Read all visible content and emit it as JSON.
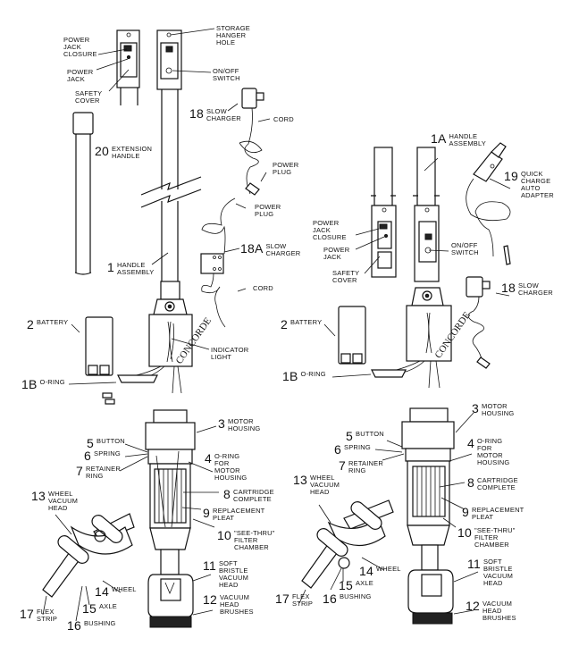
{
  "diagram": {
    "title": "",
    "left_assembly": {
      "labels": {
        "power_jack_closure": {
          "num": "",
          "text": "POWER\nJACK\nCLOSURE"
        },
        "power_jack": {
          "num": "",
          "text": "POWER\nJACK"
        },
        "safety_cover": {
          "num": "",
          "text": "SAFETY\nCOVER"
        },
        "storage_hanger_hole": {
          "num": "",
          "text": "STORAGE\nHANGER\nHOLE"
        },
        "on_off_switch": {
          "num": "",
          "text": "ON/OFF\nSWITCH"
        },
        "slow_charger": {
          "num": "18",
          "text": "SLOW\nCHARGER"
        },
        "cord_top": {
          "num": "",
          "text": "CORD"
        },
        "power_plug_top": {
          "num": "",
          "text": "POWER\nPLUG"
        },
        "extension_handle": {
          "num": "20",
          "text": "EXTENSION\nHANDLE"
        },
        "power_plug_mid": {
          "num": "",
          "text": "POWER\nPLUG"
        },
        "slow_charger_18a": {
          "num": "18A",
          "text": "SLOW\nCHARGER"
        },
        "handle_assembly": {
          "num": "1",
          "text": "HANDLE\nASSEMBLY"
        },
        "cord_mid": {
          "num": "",
          "text": "CORD"
        },
        "battery": {
          "num": "2",
          "text": "BATTERY"
        },
        "indicator_light": {
          "num": "",
          "text": "INDICATOR\nLIGHT"
        },
        "o_ring": {
          "num": "1B",
          "text": "O-RING"
        },
        "motor_housing": {
          "num": "3",
          "text": "MOTOR\nHOUSING"
        },
        "button": {
          "num": "5",
          "text": "BUTTON"
        },
        "spring": {
          "num": "6",
          "text": "SPRING"
        },
        "retainer_ring": {
          "num": "7",
          "text": "RETAINER\nRING"
        },
        "o_ring_motor": {
          "num": "4",
          "text": "O-RING\nFOR\nMOTOR\nHOUSING"
        },
        "wheel_vacuum_head": {
          "num": "13",
          "text": "WHEEL\nVACUUM\nHEAD"
        },
        "cartridge": {
          "num": "8",
          "text": "CARTRIDGE\nCOMPLETE"
        },
        "replacement_pleat": {
          "num": "9",
          "text": "REPLACEMENT\nPLEAT"
        },
        "filter_chamber": {
          "num": "10",
          "text": "\"SEE-THRU\"\nFILTER\nCHAMBER"
        },
        "soft_bristle": {
          "num": "11",
          "text": "SOFT\nBRISTLE\nVACUUM\nHEAD"
        },
        "wheel": {
          "num": "14",
          "text": "WHEEL"
        },
        "axle": {
          "num": "15",
          "text": "AXLE"
        },
        "flex_strip": {
          "num": "17",
          "text": "FLEX\nSTRIP"
        },
        "bushing": {
          "num": "16",
          "text": "BUSHING"
        },
        "brushes": {
          "num": "12",
          "text": "VACUUM\nHEAD\nBRUSHES"
        }
      },
      "brand_text": "CONCORDE"
    },
    "right_assembly": {
      "labels": {
        "handle_assembly": {
          "num": "1A",
          "text": "HANDLE\nASSEMBLY"
        },
        "quick_charge": {
          "num": "19",
          "text": "QUICK\nCHARGE\nAUTO\nADAPTER"
        },
        "power_jack_closure": {
          "num": "",
          "text": "POWER\nJACK\nCLOSURE"
        },
        "power_jack": {
          "num": "",
          "text": "POWER\nJACK"
        },
        "safety_cover": {
          "num": "",
          "text": "SAFETY\nCOVER"
        },
        "on_off_switch": {
          "num": "",
          "text": "ON/OFF\nSWITCH"
        },
        "slow_charger": {
          "num": "18",
          "text": "SLOW\nCHARGER"
        },
        "battery": {
          "num": "2",
          "text": "BATTERY"
        },
        "o_ring": {
          "num": "1B",
          "text": "O-RING"
        },
        "motor_housing": {
          "num": "3",
          "text": "MOTOR\nHOUSING"
        },
        "button": {
          "num": "5",
          "text": "BUTTON"
        },
        "spring": {
          "num": "6",
          "text": "SPRING"
        },
        "retainer_ring": {
          "num": "7",
          "text": "RETAINER\nRING"
        },
        "o_ring_motor": {
          "num": "4",
          "text": "O-RING\nFOR\nMOTOR\nHOUSING"
        },
        "wheel_vacuum_head": {
          "num": "13",
          "text": "WHEEL\nVACUUM\nHEAD"
        },
        "cartridge": {
          "num": "8",
          "text": "CARTRIDGE\nCOMPLETE"
        },
        "replacement_pleat": {
          "num": "9",
          "text": "REPLACEMENT\nPLEAT"
        },
        "filter_chamber": {
          "num": "10",
          "text": "\"SEE-THRU\"\nFILTER\nCHAMBER"
        },
        "soft_bristle": {
          "num": "11",
          "text": "SOFT\nBRISTLE\nVACUUM\nHEAD"
        },
        "wheel": {
          "num": "14",
          "text": "WHEEL"
        },
        "axle": {
          "num": "15",
          "text": "AXLE"
        },
        "flex_strip": {
          "num": "17",
          "text": "FLEX\nSTRIP"
        },
        "bushing": {
          "num": "16",
          "text": "BUSHING"
        },
        "brushes": {
          "num": "12",
          "text": "VACUUM\nHEAD\nBRUSHES"
        }
      },
      "brand_text": "CONCORDE"
    }
  }
}
